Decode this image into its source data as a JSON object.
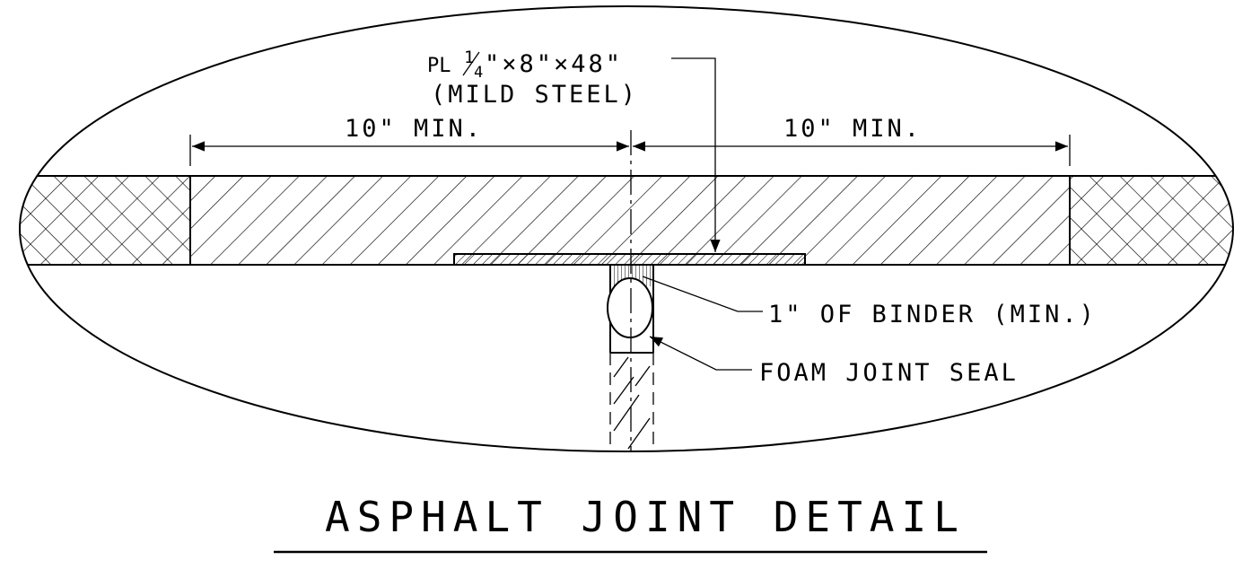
{
  "plate_label": {
    "symbol": "PL",
    "fraction_num": "1",
    "fraction_den": "4",
    "dims": "\"×8\"×48\"",
    "material": "(MILD STEEL)"
  },
  "dimensions": {
    "left": "10\" MIN.",
    "right": "10\" MIN."
  },
  "callouts": {
    "binder": "1\" OF BINDER (MIN.)",
    "seal": "FOAM JOINT SEAL"
  },
  "title": "ASPHALT JOINT DETAIL",
  "colors": {
    "line": "#000000",
    "background": "#ffffff"
  }
}
